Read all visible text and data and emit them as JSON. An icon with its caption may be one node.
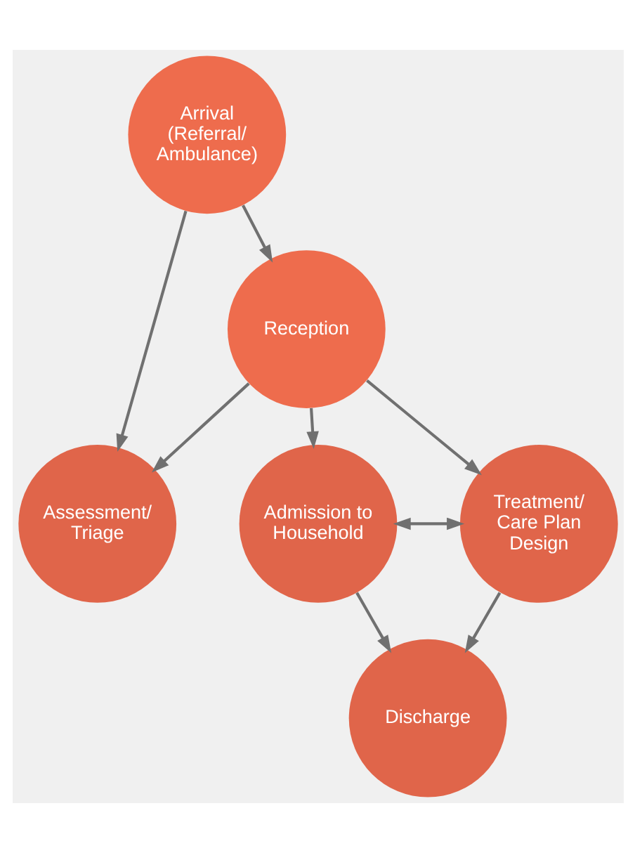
{
  "diagram": {
    "nodes": [
      {
        "text": [
          "Arrival (Referral/ Ambulance)"
        ]
      },
      {
        "text": [
          "Reception"
        ]
      },
      {
        "text": [
          "Assessment/ Triage"
        ]
      },
      {
        "text": [
          "Admission to Household"
        ]
      },
      {
        "text": [
          "Treatment/ Care Plan Design"
        ]
      },
      {
        "text": [
          "Discharge"
        ]
      }
    ],
    "edges": [
      {
        "from": 0,
        "to": 1,
        "arrow": "to"
      },
      {
        "from": 0,
        "to": 2,
        "arrow": "to"
      },
      {
        "from": 1,
        "to": 2,
        "arrow": "to"
      },
      {
        "from": 1,
        "to": 3,
        "arrow": "to"
      },
      {
        "from": 1,
        "to": 4,
        "arrow": "to"
      },
      {
        "from": 3,
        "to": 4,
        "arrow": "both"
      },
      {
        "from": 3,
        "to": 5,
        "arrow": "to"
      },
      {
        "from": 4,
        "to": 5,
        "arrow": "to"
      }
    ]
  }
}
